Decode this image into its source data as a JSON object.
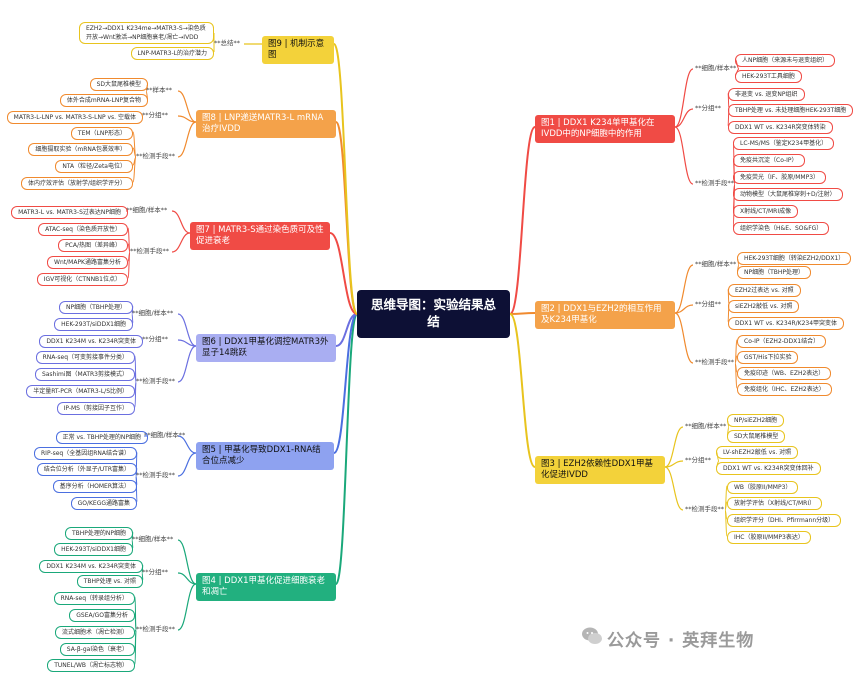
{
  "center": "思维导图：实验结果总结",
  "watermark": "公众号 · 英拜生物",
  "figures": {
    "f1": {
      "title": "图1 | DDX1 K234单甲基化在IVDD中的NP细胞中的作用",
      "color": "#f04b45",
      "fill": "#f04b45"
    },
    "f2": {
      "title": "图2 | DDX1与EZH2的相互作用及K234甲基化",
      "color": "#f08a2e",
      "fill": "#f4a24a"
    },
    "f3": {
      "title": "图3 | EZH2依赖性DDX1甲基化促进IVDD",
      "color": "#e8c41e",
      "fill": "#f3d23a"
    },
    "f4": {
      "title": "图4 | DDX1甲基化促进细胞衰老和凋亡",
      "color": "#1aa87a",
      "fill": "#22b07f"
    },
    "f5": {
      "title": "图5 | 甲基化导致DDX1-RNA结合位点减少",
      "color": "#4b6fe0",
      "fill": "#8ea2f0"
    },
    "f6": {
      "title": "图6 | DDX1甲基化调控MATR3外显子14跳跃",
      "color": "#6b6fe0",
      "fill": "#a9aef2"
    },
    "f7": {
      "title": "图7 | MATR3-S通过染色质可及性促进衰老",
      "color": "#f04b45",
      "fill": "#f04b45"
    },
    "f8": {
      "title": "图8 | LNP递送MATR3-L mRNA治疗IVDD",
      "color": "#f08a2e",
      "fill": "#f4a24a"
    },
    "f9": {
      "title": "图9 | 机制示意图",
      "color": "#e8c41e",
      "fill": "#f3d23a"
    }
  },
  "groups": {
    "cell": "**细胞/样本**",
    "grouping": "**分组**",
    "methods": "**检测手段**",
    "cells_short": "**细胞/样本**",
    "sample": "**样本**",
    "summary": "**总结**"
  },
  "leaves": {
    "f1_cell": [
      "人NP细胞（来源未与退变组织）",
      "HEK-293T工具细胞"
    ],
    "f1_grp": [
      "非退变 vs. 退变NP组织",
      "TBHP处理 vs. 未处理细胞HEK-293T细胞",
      "DDX1 WT vs. K234R突变体转染"
    ],
    "f1_meth": [
      "LC-MS/MS（鉴定K234甲基化）",
      "免疫共沉淀（Co-IP）",
      "免疫荧光（IF、胶原/MMP3）",
      "动物模型（大鼠尾椎穿刺+D/注射）",
      "X射线/CT/MRI成像",
      "组织学染色（H&E、SO&FG）"
    ],
    "f2_cell": [
      "HEK-293T细胞（转染EZH2/DDX1）",
      "NP细胞（TBHP处理）"
    ],
    "f2_grp": [
      "EZH2过表达 vs. 对照",
      "siEZH2敲低 vs. 对照",
      "DDX1 WT vs. K234R/K234甲突变体"
    ],
    "f2_meth": [
      "Co-IP（EZH2-DDX1结合）",
      "GST/His下拉实验",
      "免疫印迹（WB、EZH2表达）",
      "免疫组化（IHC、EZH2表达）"
    ],
    "f3_cell": [
      "NP/siEZH2细胞",
      "SD大鼠尾椎模型"
    ],
    "f3_grp": [
      "LV-shEZH2敲低 vs. 对照",
      "DDX1 WT vs. K234R突变体回补"
    ],
    "f3_meth": [
      "WB（胶原II/MMP3）",
      "放射学评估（X射线/CT/MRI）",
      "组织学评分（DHI、Pfirrmann分级）",
      "IHC（胶原II/MMP3表达）"
    ],
    "f4_cell": [
      "TBHP处理的NP细胞",
      "HEK-293T/siDDX1细胞"
    ],
    "f4_grp": [
      "DDX1 K234M vs. K234R突变体",
      "TBHP处理 vs. 对照"
    ],
    "f4_meth": [
      "RNA-seq（转录组分析）",
      "GSEA/GO富集分析",
      "流式细胞术（凋亡检测）",
      "SA-β-gal染色（衰老）",
      "TUNEL/WB（凋亡标志物）"
    ],
    "f5_cell": [
      "正常 vs. TBHP处理的NP细胞"
    ],
    "f5_meth": [
      "RIP-seq（全基因组RNA结合谱）",
      "结合位分析（外显子/UTR富集）",
      "基序分析（HOMER算法）",
      "GO/KEGG通路富集"
    ],
    "f6_cell": [
      "NP细胞（TBHP处理）",
      "HEK-293T/siDDX1细胞"
    ],
    "f6_grp": [
      "DDX1 K234M vs. K234R突变体"
    ],
    "f6_meth": [
      "RNA-seq（可变剪接事件分类）",
      "Sashimi图（MATR3剪接模式）",
      "半定量RT-PCR（MATR3-L/S比例）",
      "IP-MS（剪接因子互作）"
    ],
    "f7_cell": [
      "MATR3-L vs. MATR3-S过表达NP细胞"
    ],
    "f7_meth": [
      "ATAC-seq（染色质开放性）",
      "PCA/热图（差异峰）",
      "Wnt/MAPK通路富集分析",
      "IGV可视化（CTNNB1位点）"
    ],
    "f8_sample": [
      "SD大鼠尾椎模型",
      "体外合成mRNA-LNP复合物"
    ],
    "f8_grp": [
      "MATR3-L-LNP vs. MATR3-S-LNP vs. 空载体"
    ],
    "f8_meth": [
      "TEM（LNP形态）",
      "细胞摄取实验（mRNA包裹效率）",
      "NTA（粒径/Zeta电位）",
      "体内疗效评估（放射学/组织学评分）"
    ],
    "f9_sum": [
      "EZH2→DDX1 K234me→MATR3-S→染色质开放→Wnt激活→NP细胞衰老/凋亡→IVDD",
      "LNP-MATR3-L的治疗潜力"
    ]
  }
}
